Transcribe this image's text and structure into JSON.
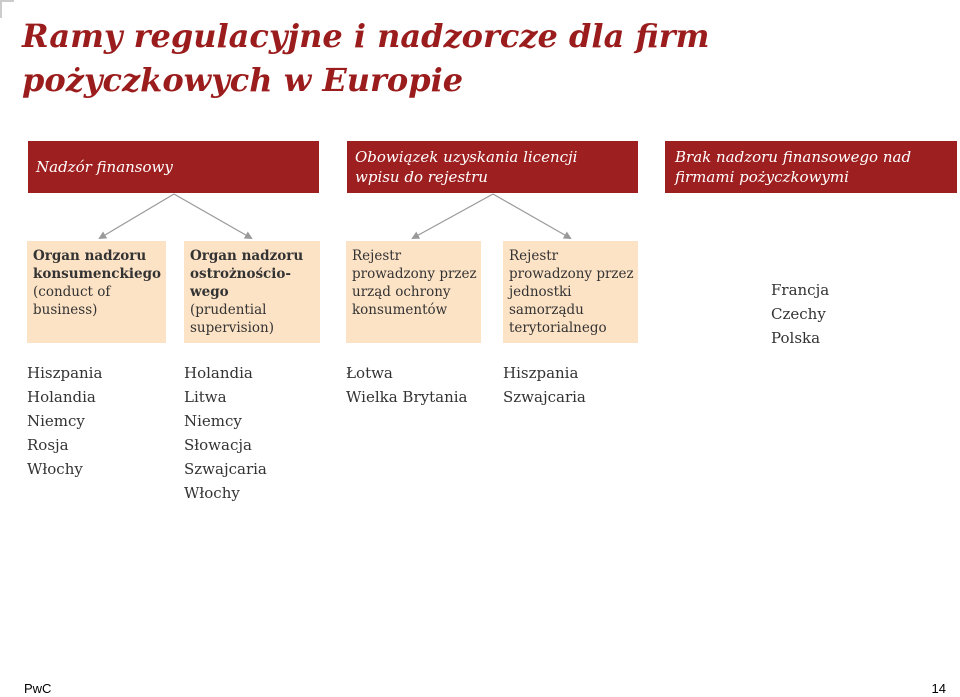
{
  "title": {
    "line1": "Ramy regulacyjne i nadzorcze dla firm",
    "line2": "pożyczkowych w Europie"
  },
  "categories": [
    {
      "lines": [
        "Nadzór finansowy"
      ]
    },
    {
      "lines": [
        "Obowiązek uzyskania licencji",
        "wpisu do rejestru"
      ]
    },
    {
      "lines": [
        "Brak nadzoru finansowego nad",
        "firmami pożyczkowymi"
      ]
    }
  ],
  "subcategories": [
    {
      "lines": [
        "Organ nadzoru",
        "konsumenckiego",
        "(conduct of",
        "business)"
      ]
    },
    {
      "lines": [
        "Organ nadzoru",
        "ostrożnościo-",
        "wego",
        "(prudential",
        "supervision)"
      ]
    },
    {
      "lines": [
        "Rejestr",
        "prowadzony przez",
        "urząd ochrony",
        "konsumentów"
      ]
    },
    {
      "lines": [
        "Rejestr",
        "prowadzony przez",
        "jednostki",
        "samorządu",
        "terytorialnego"
      ]
    }
  ],
  "countries": [
    [
      "Hiszpania",
      "Holandia",
      "Niemcy",
      "Rosja",
      "Włochy"
    ],
    [
      "Holandia",
      "Litwa",
      "Niemcy",
      "Słowacja",
      "Szwajcaria",
      "Włochy"
    ],
    [
      "Łotwa",
      "Wielka Brytania"
    ],
    [
      "Hiszpania",
      "Szwajcaria"
    ],
    [
      "Francja",
      "Czechy",
      "Polska"
    ]
  ],
  "footer": {
    "brand": "PwC",
    "page": "14"
  },
  "colors": {
    "title": "#9b1c1c",
    "category_fill": "#9e1f20",
    "sub_fill": "#fde3c6",
    "connector": "#999999"
  }
}
